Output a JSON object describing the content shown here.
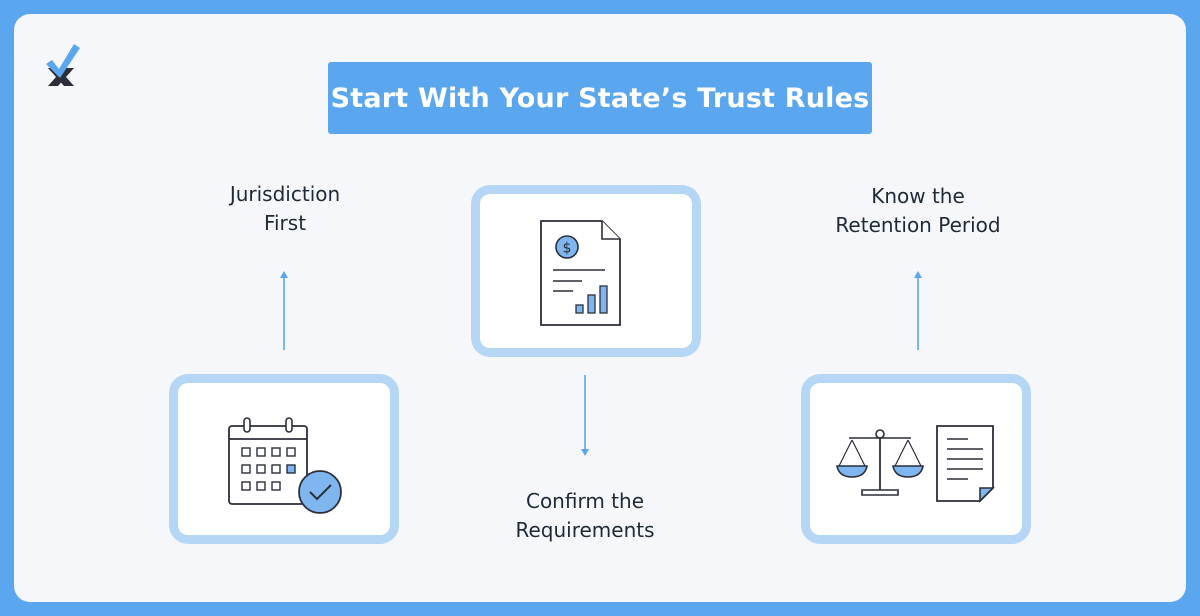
{
  "title": "Start With Your State’s Trust Rules",
  "steps": [
    {
      "id": "jurisdiction",
      "line1": "Jurisdiction",
      "line2": "First",
      "icon": "calendar-check-icon"
    },
    {
      "id": "requirements",
      "line1": "Confirm the",
      "line2": "Requirements",
      "icon": "financial-report-icon"
    },
    {
      "id": "retention",
      "line1": "Know the",
      "line2": "Retention Period",
      "icon": "scales-document-icon"
    }
  ],
  "colors": {
    "background": "#5aa7ef",
    "card": "#f5f7fa",
    "accent": "#5aa7ef",
    "box_border": "#b6d6f6",
    "icon_fill": "#7fb6ef",
    "icon_stroke": "#2b2f3a"
  }
}
